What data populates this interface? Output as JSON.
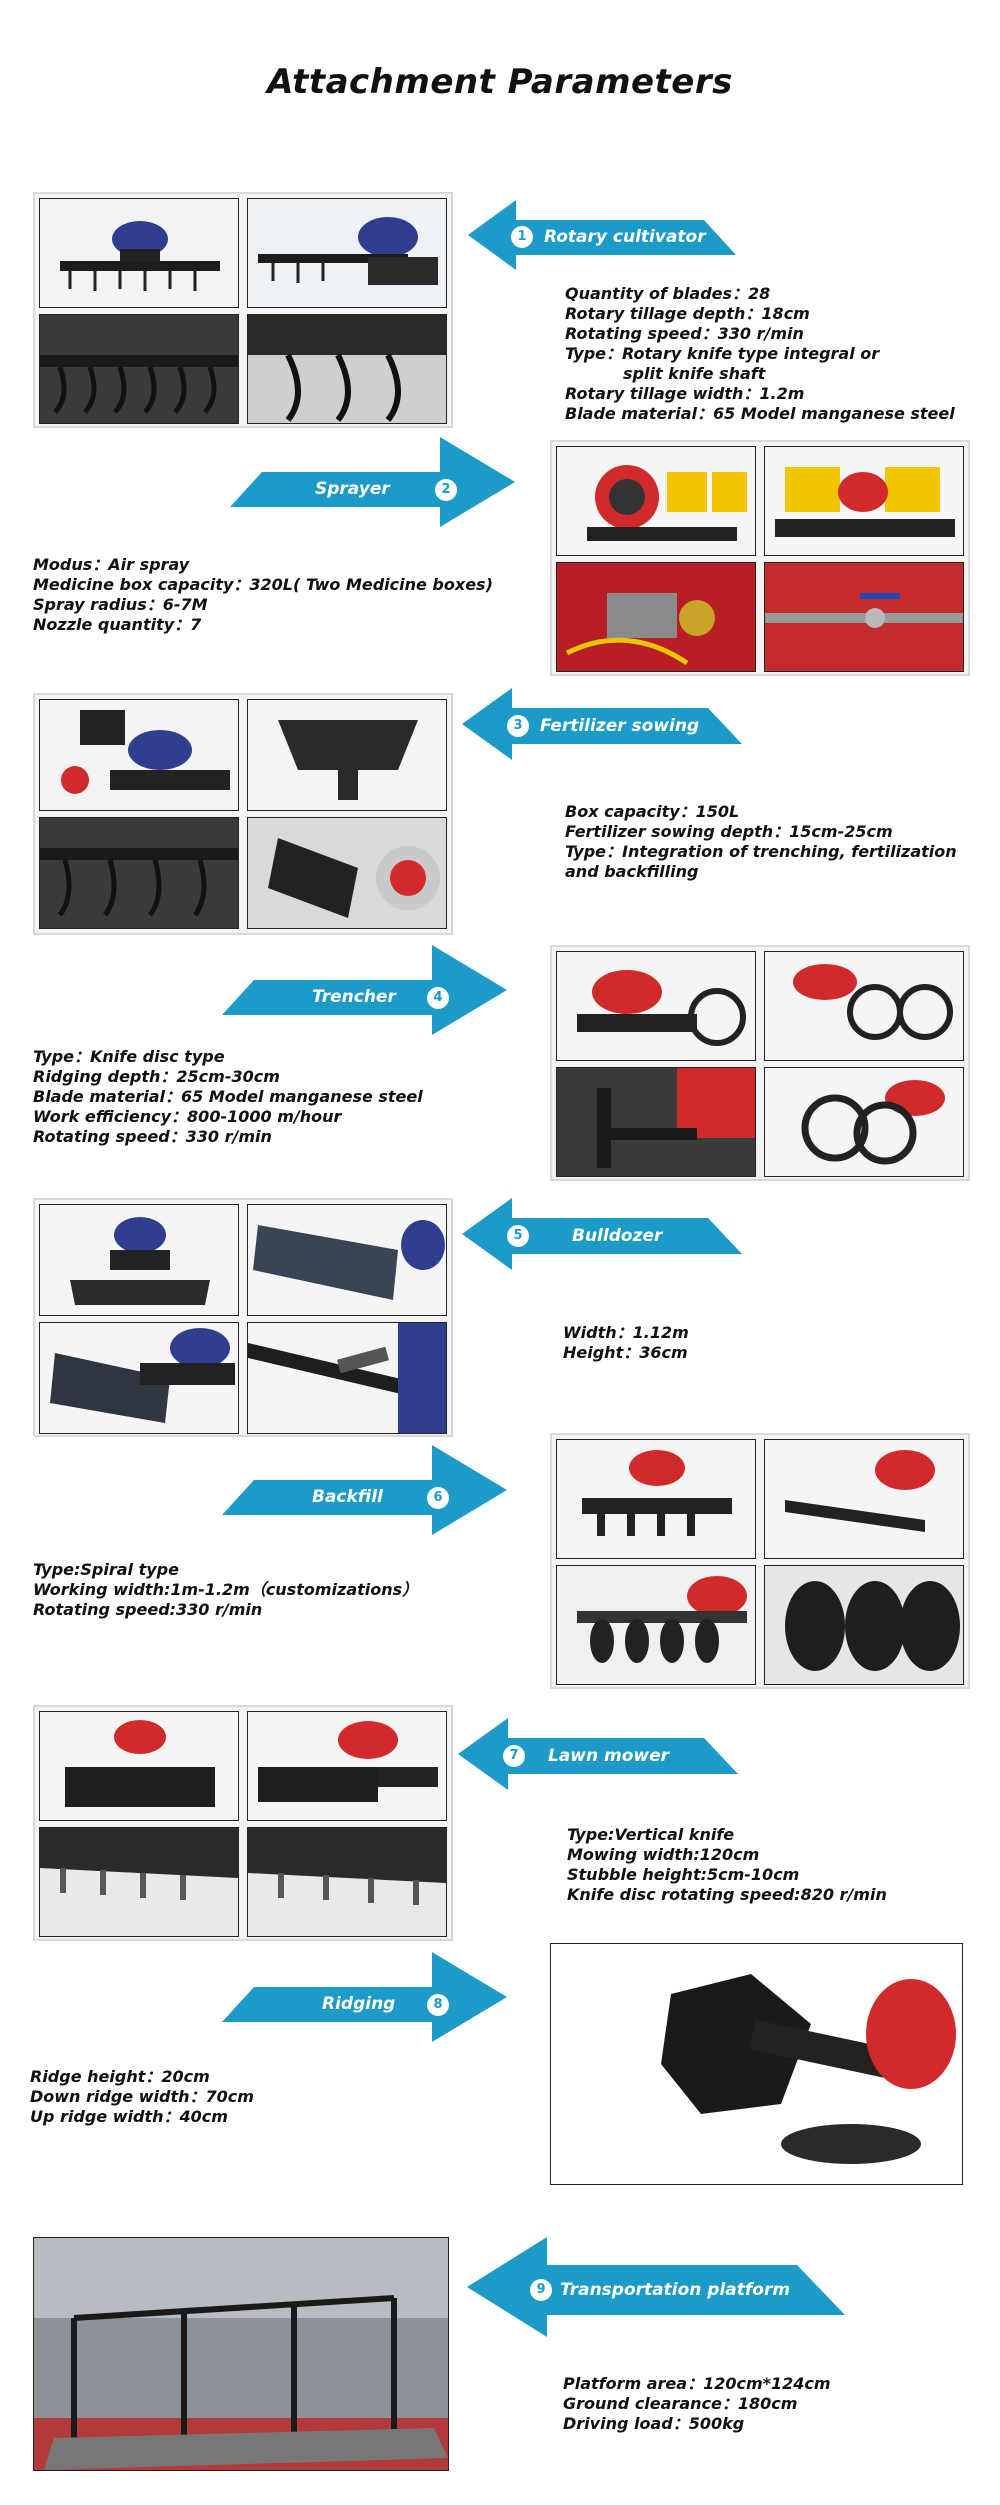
{
  "title": "Attachment Parameters",
  "sections": [
    {
      "number": "1",
      "name": "Rotary cultivator",
      "specs": [
        "Quantity of blades：28",
        "Rotary tillage depth：18cm",
        "Rotating speed：330 r/min",
        "Type：Rotary knife type integral or",
        "split knife shaft",
        "Rotary tillage width：1.2m",
        "Blade material：65 Model manganese steel"
      ],
      "photos": [
        "blue tractor with rotary tiller",
        "tiller side view",
        "tiller blades close-up",
        "tiller blades detail"
      ],
      "accent": "#2f3e8f"
    },
    {
      "number": "2",
      "name": "Sprayer",
      "specs": [
        "Modus：Air spray",
        "Medicine box capacity：320L( Two Medicine boxes)",
        "Spray radius：6-7M",
        "Nozzle quantity：7"
      ],
      "photos": [
        "sprayer fan unit",
        "yellow medicine boxes",
        "pump assembly",
        "valve detail"
      ],
      "accent": "#c8202a"
    },
    {
      "number": "3",
      "name": "Fertilizer sowing",
      "specs": [
        "Box capacity：150L",
        "Fertilizer sowing depth：15cm-25cm",
        "Type：Integration of trenching, fertilization",
        "and backfilling"
      ],
      "photos": [
        "fertilizer sower on tractor",
        "fertilizer box",
        "trenching blades",
        "sowing tube"
      ],
      "accent": "#2f3e8f"
    },
    {
      "number": "4",
      "name": "Trencher",
      "specs": [
        "Type：Knife disc type",
        "Ridging depth：25cm-30cm",
        "Blade material：65 Model manganese steel",
        "Work efficiency：800-1000 m/hour",
        "Rotating speed：330 r/min"
      ],
      "photos": [
        "trencher side view",
        "trencher discs",
        "trencher frame",
        "knife disc close-up"
      ],
      "accent": "#c8202a"
    },
    {
      "number": "5",
      "name": "Bulldozer",
      "specs": [
        "Width：1.12m",
        "Height：36cm"
      ],
      "photos": [
        "bulldozer front",
        "blade angled",
        "blade side",
        "hydraulic arm"
      ],
      "accent": "#2f3e8f"
    },
    {
      "number": "6",
      "name": "Backfill",
      "specs": [
        "Type:Spiral type",
        "Working width:1m-1.2m（customizations）",
        "Rotating speed:330 r/min"
      ],
      "photos": [
        "backfill front",
        "backfill angled",
        "spiral blades",
        "spiral discs close-up"
      ],
      "accent": "#c8202a"
    },
    {
      "number": "7",
      "name": "Lawn mower",
      "specs": [
        "Type:Vertical knife",
        "Mowing width:120cm",
        "Stubble height:5cm-10cm",
        "Knife disc rotating speed:820 r/min"
      ],
      "photos": [
        "mower front",
        "mower angled",
        "mower underside",
        "mower underside detail"
      ],
      "accent": "#c8202a"
    },
    {
      "number": "8",
      "name": "Ridging",
      "specs": [
        "Ridge height：20cm",
        "Down ridge width：70cm",
        "Up ridge width：40cm"
      ],
      "photos": [
        "ridging plow attachment"
      ],
      "accent": "#c8202a"
    },
    {
      "number": "9",
      "name": "Transportation platform",
      "specs": [
        "Platform area：120cm*124cm",
        "Ground clearance：180cm",
        "Driving load：500kg"
      ],
      "photos": [
        "transport platform with rails"
      ],
      "accent": "#555555"
    }
  ],
  "colors": {
    "banner": "#1d9bc8",
    "frame": "#d8d8d8"
  }
}
